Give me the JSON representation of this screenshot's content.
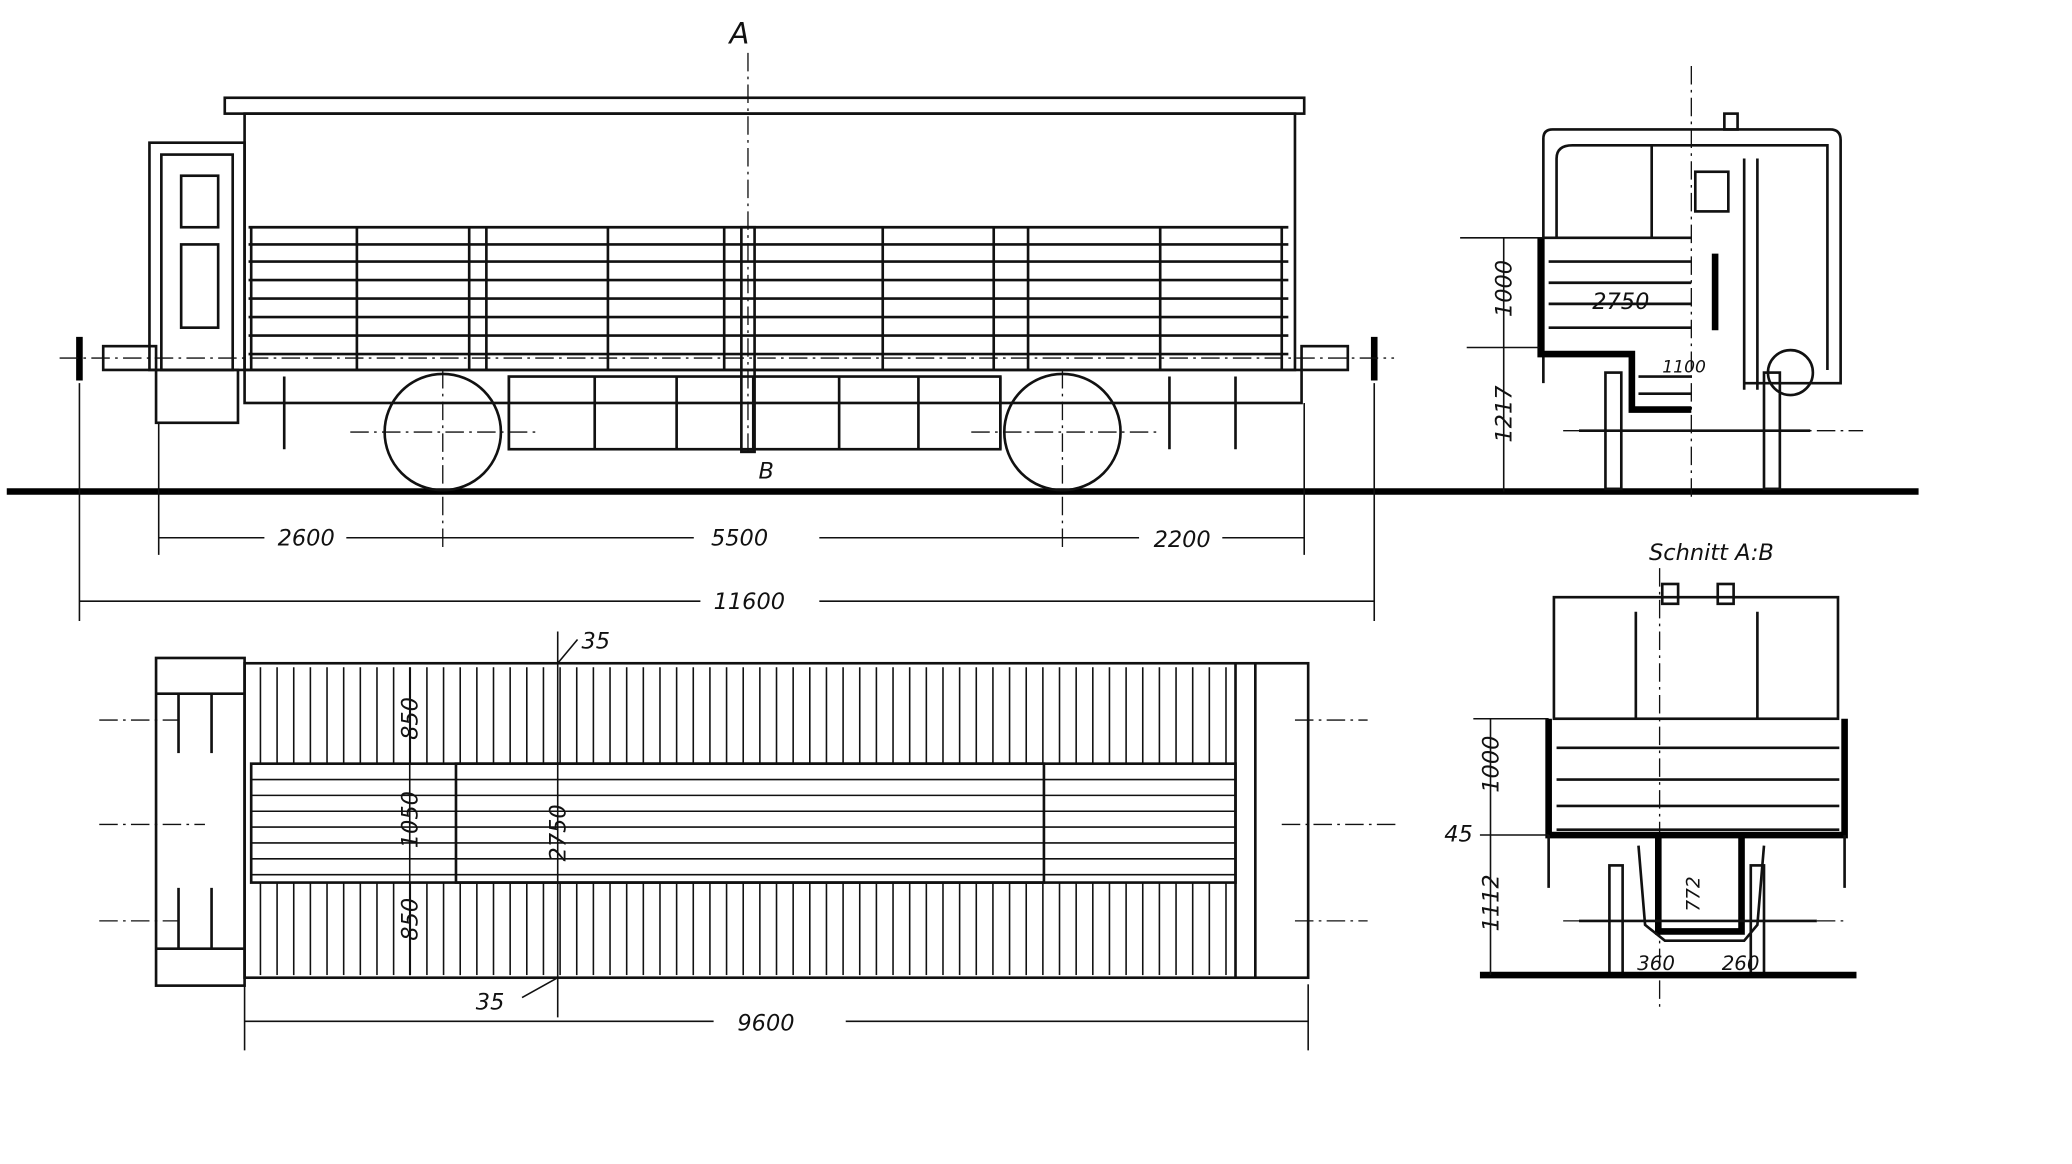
{
  "drawing": {
    "section_marks": {
      "top": "A",
      "bottom": "B"
    },
    "section_title": "Schnitt A:B",
    "side_view": {
      "dims": {
        "overhang_front": "2600",
        "wheelbase": "5500",
        "overhang_rear": "2200",
        "overall_length": "11600"
      }
    },
    "plan_view": {
      "dims": {
        "top_gap": "35",
        "bottom_gap": "35",
        "side_band_top": "850",
        "middle_band": "1050",
        "side_band_bottom": "850",
        "inner_width": "2750",
        "body_length": "9600"
      }
    },
    "end_view": {
      "dims": {
        "side_height": "1000",
        "width": "2750",
        "center_width": "1100",
        "floor_height": "1217"
      }
    },
    "section_view": {
      "dims": {
        "side_height": "1000",
        "floor_thickness": "45",
        "floor_height": "1112",
        "well_depth": "772",
        "left_clearance": "360",
        "right_clearance": "260"
      }
    }
  }
}
